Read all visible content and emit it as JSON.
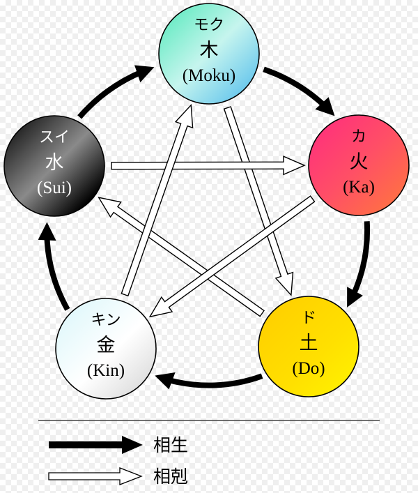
{
  "diagram": {
    "title": "Wu Xing (Five Elements) cycle",
    "elements": [
      {
        "id": "moku",
        "kana": "モク",
        "kanji": "木",
        "romaji": "(Moku)",
        "text_color": "#000000",
        "gradient": [
          "#4ee8b8",
          "#c6f5ee",
          "#4ab8ec"
        ]
      },
      {
        "id": "ka",
        "kana": "カ",
        "kanji": "火",
        "romaji": "(Ka)",
        "text_color": "#000000",
        "gradient": [
          "#ff2a80",
          "#ff4f66",
          "#ff7a3a"
        ]
      },
      {
        "id": "do",
        "kana": "ド",
        "kanji": "土",
        "romaji": "(Do)",
        "text_color": "#000000",
        "gradient": [
          "#ffcc00",
          "#ffe000",
          "#fff500"
        ]
      },
      {
        "id": "kin",
        "kana": "キン",
        "kanji": "金",
        "romaji": "(Kin)",
        "text_color": "#000000",
        "gradient": [
          "#d8f6fa",
          "#ffffff",
          "#d6d6d6"
        ]
      },
      {
        "id": "sui",
        "kana": "スイ",
        "kanji": "水",
        "romaji": "(Sui)",
        "text_color": "#ffffff",
        "gradient": [
          "#000000",
          "#8a8a8a",
          "#000000"
        ]
      }
    ],
    "generating_cycle": [
      {
        "from": "moku",
        "to": "ka"
      },
      {
        "from": "ka",
        "to": "do"
      },
      {
        "from": "do",
        "to": "kin"
      },
      {
        "from": "kin",
        "to": "sui"
      },
      {
        "from": "sui",
        "to": "moku"
      }
    ],
    "overcoming_cycle": [
      {
        "from": "moku",
        "to": "do"
      },
      {
        "from": "do",
        "to": "sui"
      },
      {
        "from": "sui",
        "to": "ka"
      },
      {
        "from": "ka",
        "to": "kin"
      },
      {
        "from": "kin",
        "to": "moku"
      }
    ]
  },
  "legend": {
    "generating_label": "相生",
    "overcoming_label": "相剋"
  }
}
